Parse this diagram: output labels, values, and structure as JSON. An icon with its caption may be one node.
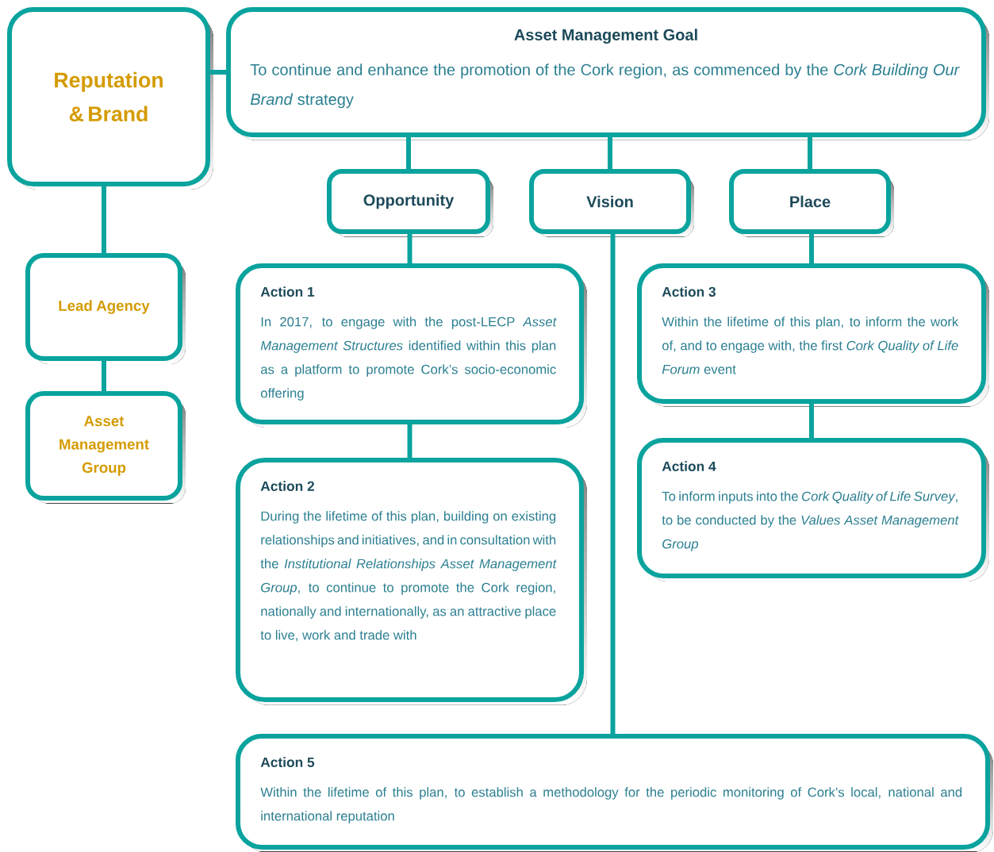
{
  "diagram": {
    "nodes": [
      {
        "text": [
          "Reputation & Brand"
        ]
      },
      {
        "text": [
          "Asset Management Goal",
          "To continue and enhance the promotion of the Cork region, as commenced by the *Cork Building Our Brand* strategy"
        ]
      },
      {
        "text": [
          "Opportunity"
        ]
      },
      {
        "text": [
          "Vision"
        ]
      },
      {
        "text": [
          "Place"
        ]
      },
      {
        "text": [
          "Lead Agency"
        ]
      },
      {
        "text": [
          "Asset Management Group"
        ]
      },
      {
        "text": [
          "Action 1",
          "In 2017, to engage with the post-LECP *Asset Management Structures* identified within this plan as a platform to promote Cork’s socio-economic offering"
        ]
      },
      {
        "text": [
          "Action 2",
          "During the lifetime of this plan, building on existing relationships and initiatives, and in consultation with the *Institutional Relationships Asset Management Group*, to continue to promote the Cork region, nationally and internationally, as an attractive place to live, work and trade with"
        ]
      },
      {
        "text": [
          "Action 3",
          "Within the lifetime of this plan, to inform the work of, and to engage with, the first *Cork Quality of Life Forum* event"
        ]
      },
      {
        "text": [
          "Action 4",
          "To inform inputs into the *Cork Quality of Life Survey*, to be conducted by the *Values Asset Management Group*"
        ]
      },
      {
        "text": [
          "Action 5",
          "Within the lifetime of this plan, to establish a methodology for the periodic monitoring of Cork’s local, national and international reputation"
        ]
      }
    ],
    "edges": [
      {
        "from": 0,
        "to": 1,
        "arrow": "none"
      },
      {
        "from": 0,
        "to": 5,
        "arrow": "none"
      },
      {
        "from": 5,
        "to": 6,
        "arrow": "none"
      },
      {
        "from": 1,
        "to": 2,
        "arrow": "none"
      },
      {
        "from": 1,
        "to": 3,
        "arrow": "none"
      },
      {
        "from": 1,
        "to": 4,
        "arrow": "none"
      },
      {
        "from": 2,
        "to": 7,
        "arrow": "none"
      },
      {
        "from": 7,
        "to": 8,
        "arrow": "none"
      },
      {
        "from": 3,
        "to": 11,
        "arrow": "none"
      },
      {
        "from": 4,
        "to": 9,
        "arrow": "none"
      },
      {
        "from": 9,
        "to": 10,
        "arrow": "none"
      }
    ]
  }
}
